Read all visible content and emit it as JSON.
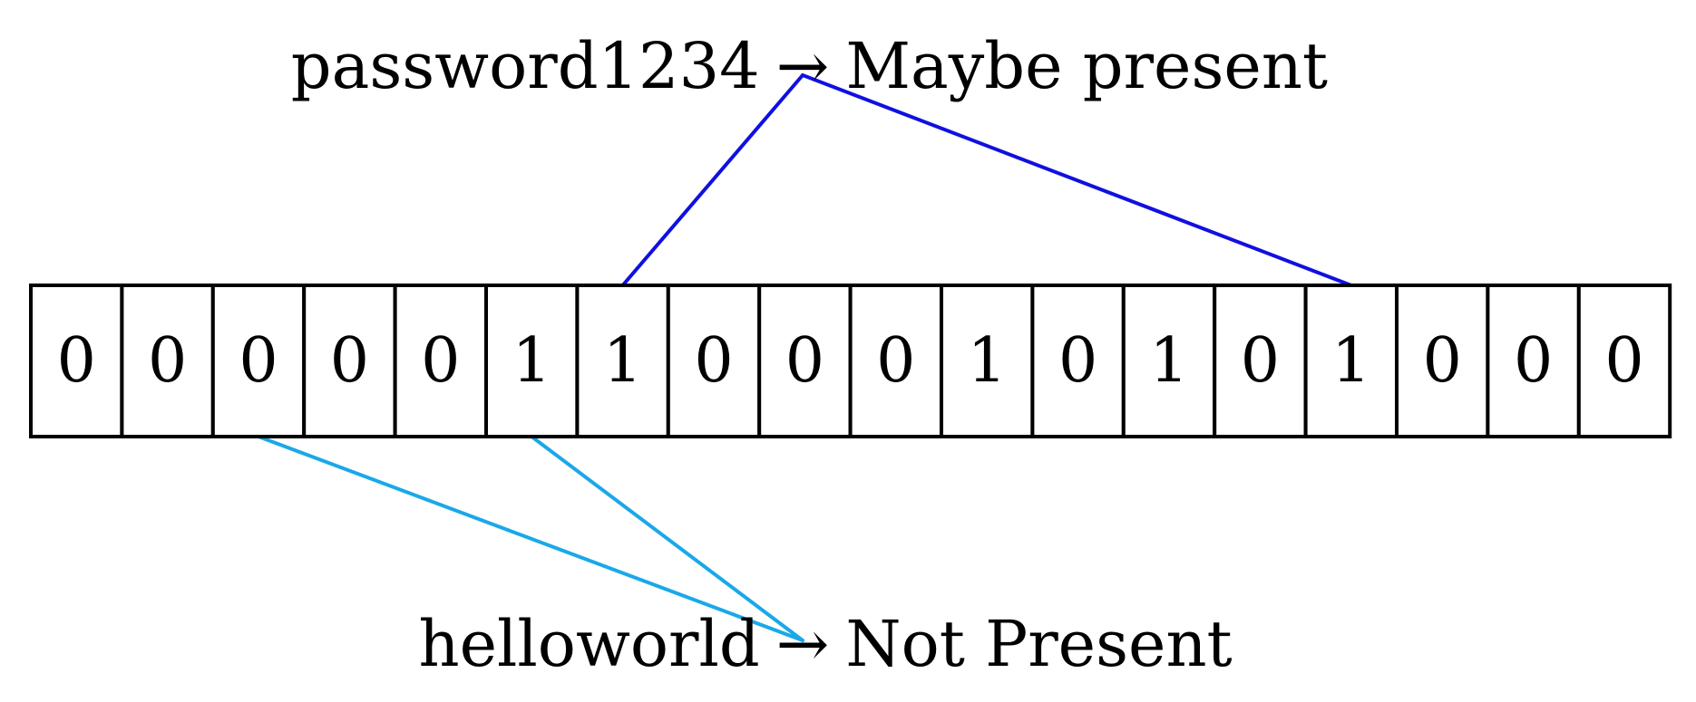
{
  "bit_array": [
    "0",
    "0",
    "0",
    "0",
    "0",
    "1",
    "1",
    "0",
    "0",
    "0",
    "1",
    "0",
    "1",
    "0",
    "1",
    "0",
    "0",
    "0"
  ],
  "queries": [
    {
      "word": "password1234",
      "arrow": "→",
      "result": "Maybe present",
      "hashed_indices": [
        6,
        14
      ],
      "line_color": "#1010e0"
    },
    {
      "word": "helloworld",
      "arrow": "→",
      "result": "Not Present",
      "hashed_indices": [
        2,
        5
      ],
      "line_color": "#1aa8e8"
    }
  ]
}
